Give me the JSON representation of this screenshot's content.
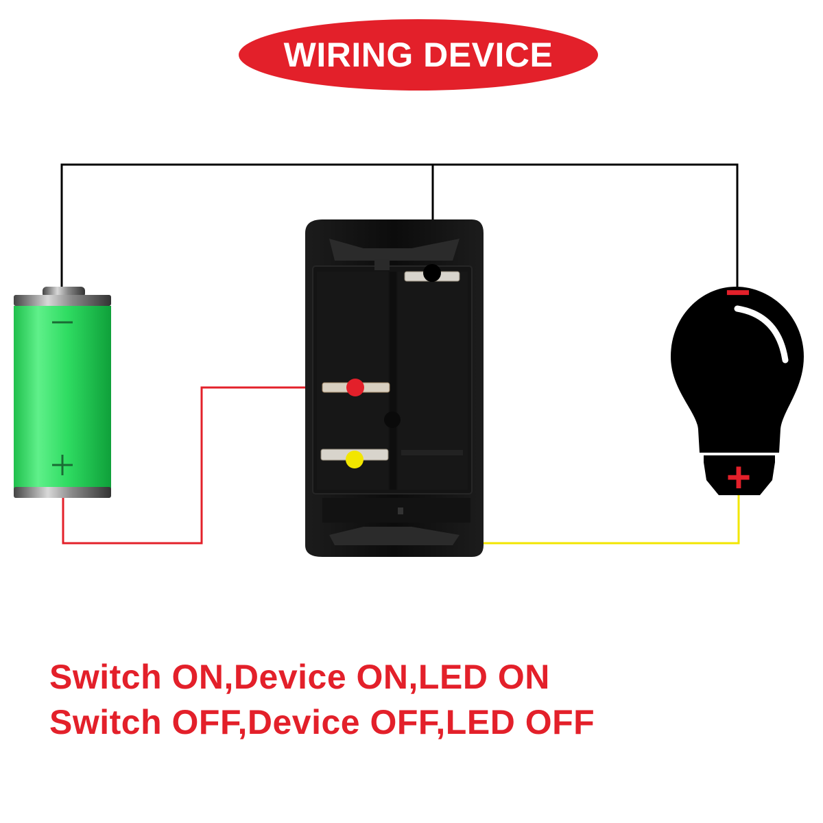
{
  "title": "WIRING DEVICE",
  "colors": {
    "accent_red": "#e3202a",
    "wire_black": "#000000",
    "wire_red": "#e3202a",
    "wire_yellow": "#f2e600",
    "battery_green": "#27d65a",
    "switch_body": "#111111"
  },
  "battery": {
    "minus_symbol": "−",
    "plus_symbol": "+"
  },
  "bulb": {
    "minus_symbol": "−",
    "plus_symbol": "+"
  },
  "captions": [
    "Switch ON,Device ON,LED ON",
    "Switch OFF,Device OFF,LED OFF"
  ]
}
